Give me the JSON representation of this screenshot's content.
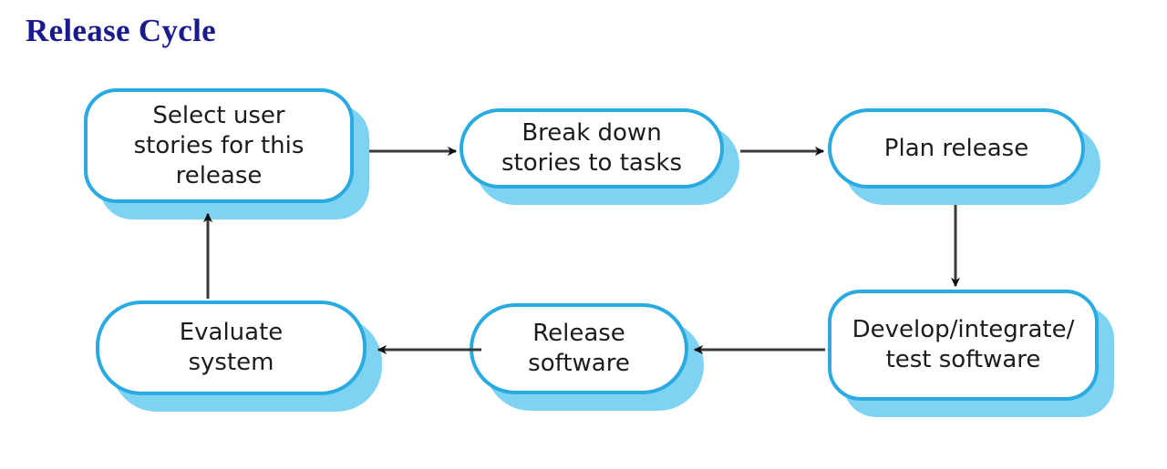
{
  "page": {
    "title": "Release Cycle",
    "background_color": "#ffffff",
    "title_color": "#1a1a8c"
  },
  "theme": {
    "node_border_color": "#29abe2",
    "node_fill_color": "#ffffff",
    "node_shadow_color": "#7fd3f2",
    "arrow_color": "#3a3a3a",
    "arrow_head_color": "#111111",
    "label_color": "#1c1c1c"
  },
  "diagram": {
    "type": "cycle-flowchart",
    "name": "release-cycle-diagram",
    "nodes": [
      {
        "id": "select-user-stories",
        "label": "Select user\nstories for this\nrelease",
        "row": "top",
        "order": 1
      },
      {
        "id": "break-down-stories",
        "label": "Break down\nstories to tasks",
        "row": "top",
        "order": 2
      },
      {
        "id": "plan-release",
        "label": "Plan release",
        "row": "top",
        "order": 3
      },
      {
        "id": "develop-integrate-test",
        "label": "Develop/integrate/\ntest software",
        "row": "bottom",
        "order": 4
      },
      {
        "id": "release-software",
        "label": "Release\nsoftware",
        "row": "bottom",
        "order": 5
      },
      {
        "id": "evaluate-system",
        "label": "Evaluate\nsystem",
        "row": "bottom",
        "order": 6
      }
    ],
    "edges": [
      {
        "id": "e1",
        "from": "select-user-stories",
        "to": "break-down-stories",
        "direction": "right"
      },
      {
        "id": "e2",
        "from": "break-down-stories",
        "to": "plan-release",
        "direction": "right"
      },
      {
        "id": "e3",
        "from": "plan-release",
        "to": "develop-integrate-test",
        "direction": "down"
      },
      {
        "id": "e4",
        "from": "develop-integrate-test",
        "to": "release-software",
        "direction": "left"
      },
      {
        "id": "e5",
        "from": "release-software",
        "to": "evaluate-system",
        "direction": "left"
      },
      {
        "id": "e6",
        "from": "evaluate-system",
        "to": "select-user-stories",
        "direction": "up"
      }
    ]
  }
}
